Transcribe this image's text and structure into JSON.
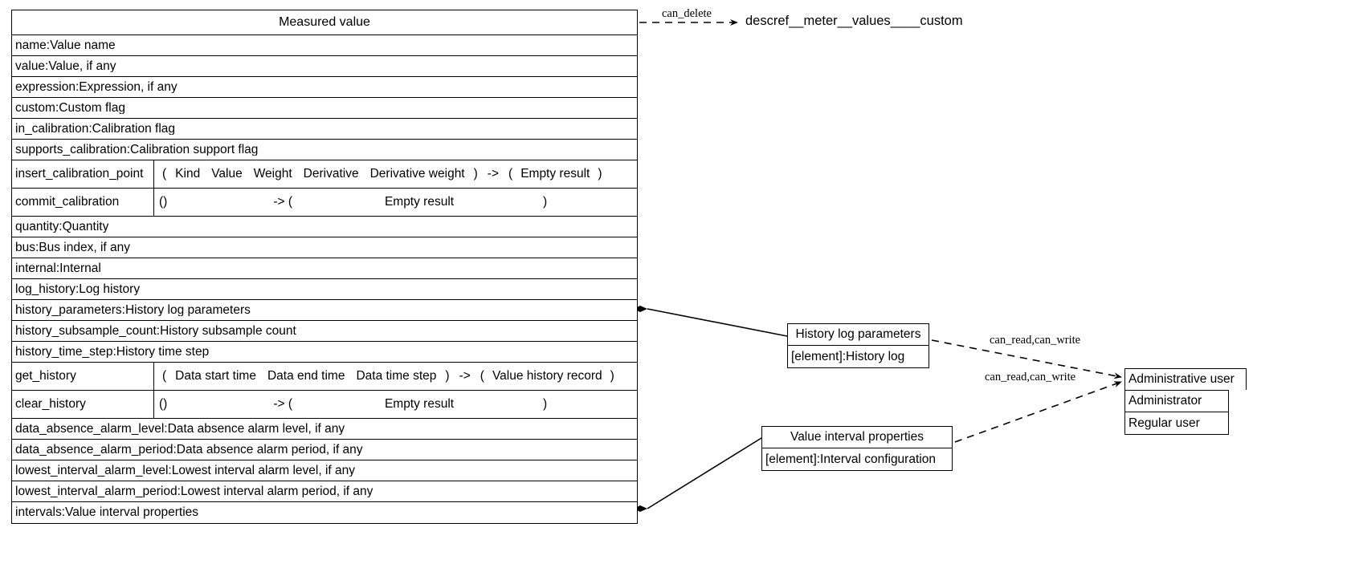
{
  "diagram": {
    "type": "uml-class-diagram",
    "title": "Measured value",
    "colors": {
      "stroke": "#000000",
      "background": "#ffffff",
      "text": "#000000"
    }
  },
  "main_class": {
    "name": "Measured value",
    "attributes": [
      "name:Value name",
      "value:Value, if any",
      "expression:Expression, if any",
      "custom:Custom flag",
      "in_calibration:Calibration flag",
      "supports_calibration:Calibration support flag"
    ],
    "methods_calibration": [
      {
        "name": "insert_calibration_point",
        "open": "(",
        "args": [
          "Kind",
          "Value",
          "Weight",
          "Derivative",
          "Derivative weight"
        ],
        "close": ")",
        "arrow": "->",
        "ret_open": "(",
        "returns": "Empty result",
        "ret_close": ")"
      },
      {
        "name": "commit_calibration",
        "open": "()",
        "args": [],
        "close": "",
        "arrow": "-> (",
        "ret_open": "",
        "returns": "Empty result",
        "ret_close": ")"
      }
    ],
    "attributes_mid": [
      "quantity:Quantity",
      "bus:Bus index, if any",
      "internal:Internal",
      "log_history:Log history",
      "history_parameters:History log parameters",
      "history_subsample_count:History subsample count",
      "history_time_step:History time step"
    ],
    "methods_history": [
      {
        "name": "get_history",
        "open": "(",
        "args": [
          "Data start time",
          "Data end time",
          "Data time step"
        ],
        "close": ")",
        "arrow": "->",
        "ret_open": "(",
        "returns": "Value history record",
        "ret_close": ")"
      },
      {
        "name": "clear_history",
        "open": "()",
        "args": [],
        "close": "",
        "arrow": "-> (",
        "ret_open": "",
        "returns": "Empty result",
        "ret_close": ")"
      }
    ],
    "attributes_bottom": [
      "data_absence_alarm_level:Data absence alarm level, if any",
      "data_absence_alarm_period:Data absence alarm period, if any",
      "lowest_interval_alarm_level:Lowest interval alarm level, if any",
      "lowest_interval_alarm_period:Lowest interval alarm period, if any",
      "intervals:Value interval properties"
    ]
  },
  "history_log_parameters": {
    "title": "History log parameters",
    "rows": [
      "[element]:History log"
    ]
  },
  "value_interval_properties": {
    "title": "Value interval properties",
    "rows": [
      "[element]:Interval configuration"
    ]
  },
  "administrative_user": {
    "title": "Administrative user",
    "rows": [
      "Administrator",
      "Regular user"
    ]
  },
  "edges": {
    "can_delete": "can_delete",
    "can_read_write_history": "can_read,can_write",
    "can_read_write_intervals": "can_read,can_write",
    "descref_target": "descref__meter__values____custom"
  }
}
